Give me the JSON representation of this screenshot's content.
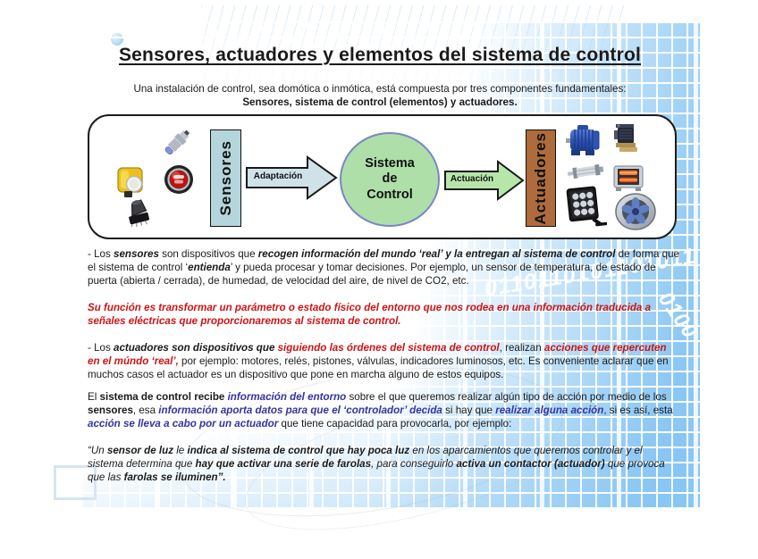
{
  "slide": {
    "title": "Sensores, actuadores y elementos del sistema de control",
    "intro_line1": "Una instalación de control, sea domótica o inmótica, está compuesta por tres componentes fundamentales:",
    "intro_line2": "Sensores, sistema de control (elementos) y actuadores."
  },
  "diagram": {
    "sensors_label": "Sensores",
    "adaptation_label": "Adaptación",
    "control_lines": [
      "Sistema",
      "de",
      "Control"
    ],
    "actuation_label": "Actuación",
    "actuators_label": "Actuadores",
    "sensor_images": [
      "inductive-proximity-sensor",
      "ultrasonic-sensor",
      "push-button",
      "pir-motion-sensor"
    ],
    "actuator_images": [
      "electric-motor",
      "solenoid-valve",
      "pneumatic-cylinder",
      "electric-heater",
      "led-floodlight",
      "duct-fan"
    ]
  },
  "paragraphs": [
    {
      "name": "sensors-definition",
      "segments": [
        {
          "t": "- Los "
        },
        {
          "t": "sensores",
          "b": true,
          "i": true
        },
        {
          "t": " son dispositivos que "
        },
        {
          "t": "recogen información del mundo ‘real’ y la entregan al sistema de control",
          "b": true,
          "i": true
        },
        {
          "t": " de forma que el sistema de control ‘"
        },
        {
          "t": "entienda",
          "b": true,
          "i": true
        },
        {
          "t": "’ y pueda procesar y tomar decisiones. Por ejemplo, un sensor de temperatura, de estado de puerta (abierta / cerrada), de humedad, de velocidad del aire, de nivel de CO2, etc."
        }
      ]
    },
    {
      "name": "sensor-function",
      "segments": [
        {
          "t": "Su función es transformar un parámetro o estado físico del entorno que nos rodea en una información traducida a señales eléctricas que proporcionaremos al sistema de control.",
          "b": true,
          "i": true,
          "c": "red"
        }
      ]
    },
    {
      "name": "actuators-definition",
      "segments": [
        {
          "t": "- Los "
        },
        {
          "t": "actuadores son dispositivos que ",
          "b": true,
          "i": true
        },
        {
          "t": "siguiendo las órdenes del sistema de control",
          "b": true,
          "i": true,
          "c": "red"
        },
        {
          "t": ", realizan "
        },
        {
          "t": "acciones que repercuten en el múndo ‘real’,",
          "b": true,
          "i": true,
          "c": "red"
        },
        {
          "t": " por ejemplo: motores, relés, pistones, válvulas, indicadores luminosos, etc. Es conveniente aclarar que en muchos casos el actuador es un dispositivo que pone en marcha alguno de estos equipos."
        }
      ]
    },
    {
      "name": "control-system-flow",
      "segments": [
        {
          "t": "El "
        },
        {
          "t": "sistema de control recibe ",
          "b": true
        },
        {
          "t": "información del entorno",
          "b": true,
          "i": true,
          "c": "blue"
        },
        {
          "t": " sobre el que queremos realizar algún tipo de acción por medio de los "
        },
        {
          "t": "sensores",
          "b": true
        },
        {
          "t": ", esa "
        },
        {
          "t": "información aporta datos para que el ‘controlador’ decida",
          "b": true,
          "i": true,
          "c": "blue"
        },
        {
          "t": " si hay que "
        },
        {
          "t": "realizar alguna acción",
          "b": true,
          "i": true,
          "c": "blue"
        },
        {
          "t": ", si es así, esta "
        },
        {
          "t": "acción se lleva a cabo por un actuador",
          "b": true,
          "i": true,
          "c": "blue"
        },
        {
          "t": " que tiene capacidad para provocarla, por ejemplo:"
        }
      ]
    },
    {
      "name": "example-quote",
      "segments": [
        {
          "t": "“Un ",
          "i": true
        },
        {
          "t": "sensor de luz",
          "b": true,
          "i": true
        },
        {
          "t": " le ",
          "i": true
        },
        {
          "t": "indica al sistema de control que hay poca luz",
          "b": true,
          "i": true
        },
        {
          "t": " en los aparcamientos que queremos controlar y el sistema determina que ",
          "i": true
        },
        {
          "t": "hay que activar una serie de farolas",
          "b": true,
          "i": true
        },
        {
          "t": ", para conseguirlo ",
          "i": true
        },
        {
          "t": "activa un contactor (actuador)",
          "b": true,
          "i": true
        },
        {
          "t": " que provoca que las ",
          "i": true
        },
        {
          "t": "farolas se iluminen”.",
          "b": true,
          "i": true
        }
      ]
    }
  ],
  "decorations": {
    "binary_watermark": "0110110101101011",
    "binary_watermark_tail": "0100"
  },
  "colors": {
    "red": "#cc1515",
    "blue": "#34349e",
    "body_text": "#1a1a1a",
    "sensor_box_fill": "#b5d5dc",
    "adaptation_arrow_fill": "#cfe2e8",
    "ellipse_fill": "#aedfa9",
    "ellipse_border": "#7b86c8",
    "actuation_arrow_fill": "#b7e6ab",
    "actuators_box_fill": "#ae6c3c"
  }
}
